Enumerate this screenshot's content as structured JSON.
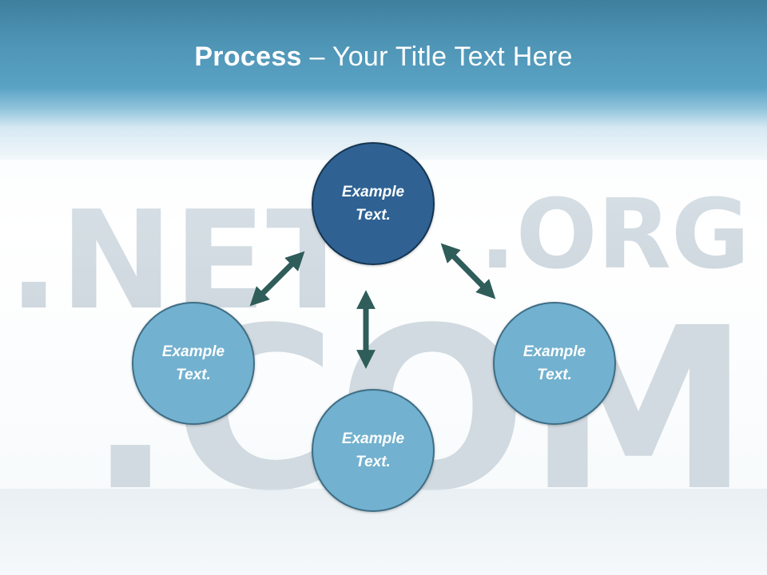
{
  "slide": {
    "title_bold": "Process",
    "title_rest": " – Your Title Text Here",
    "background_words": [
      ".NET",
      ".ORG",
      ".COM"
    ]
  },
  "diagram": {
    "nodes": [
      {
        "id": "top",
        "label": "Example Text."
      },
      {
        "id": "left",
        "label": "Example Text."
      },
      {
        "id": "right",
        "label": "Example Text."
      },
      {
        "id": "bottom",
        "label": "Example Text."
      }
    ]
  },
  "colors": {
    "header": "#4d93b4",
    "node_primary": "#2f6293",
    "node_secondary": "#72b1cf",
    "arrow": "#2f5d5a"
  },
  "icons": [
    "double-arrow-icon"
  ]
}
